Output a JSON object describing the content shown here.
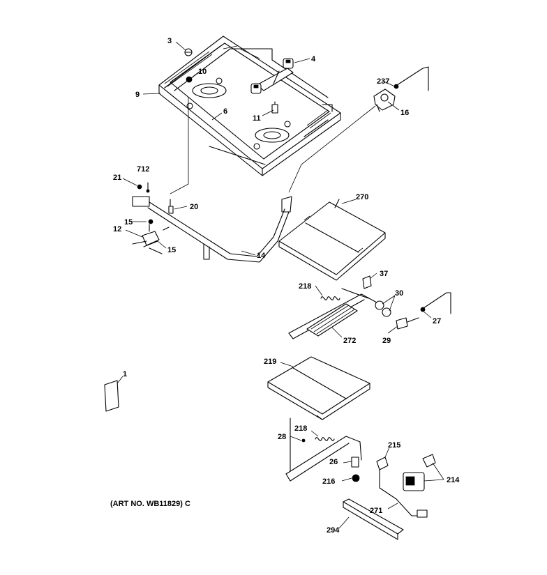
{
  "art_number": "(ART NO. WB11829) C",
  "labels": {
    "l1": "1",
    "l3": "3",
    "l4": "4",
    "l6": "6",
    "l9": "9",
    "l10": "10",
    "l11": "11",
    "l12": "12",
    "l14": "14",
    "l15a": "15",
    "l15b": "15",
    "l16": "16",
    "l20": "20",
    "l21": "21",
    "l26": "26",
    "l27": "27",
    "l28": "28",
    "l29": "29",
    "l30": "30",
    "l37": "37",
    "l214": "214",
    "l215": "215",
    "l216": "216",
    "l218a": "218",
    "l218b": "218",
    "l219": "219",
    "l237": "237",
    "l270": "270",
    "l271": "271",
    "l272": "272",
    "l294": "294",
    "l712": "712"
  }
}
